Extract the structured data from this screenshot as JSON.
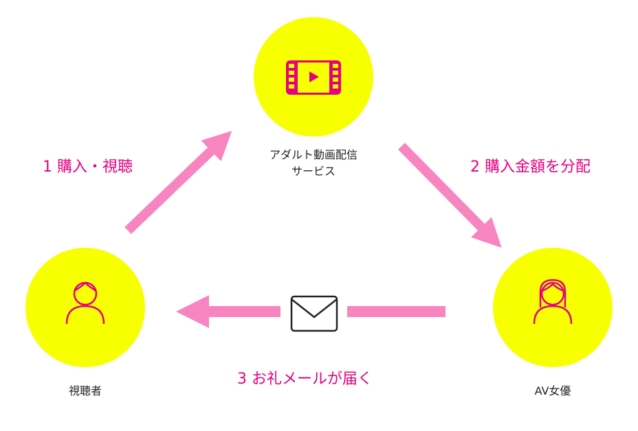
{
  "nodes": {
    "service": {
      "label_line1": "アダルト動画配信",
      "label_line2": "サービス",
      "icon": "film-play-icon"
    },
    "viewer": {
      "label": "視聴者",
      "icon": "person-icon"
    },
    "actress": {
      "label": "AV女優",
      "icon": "woman-icon"
    }
  },
  "steps": {
    "step1": "1 購入・視聴",
    "step2": "2 購入金額を分配",
    "step3": "3 お礼メールが届く"
  },
  "colors": {
    "circle": "#f8ff00",
    "icon": "#e5007f",
    "arrow": "#f785c0",
    "step_text": "#e5007f"
  }
}
